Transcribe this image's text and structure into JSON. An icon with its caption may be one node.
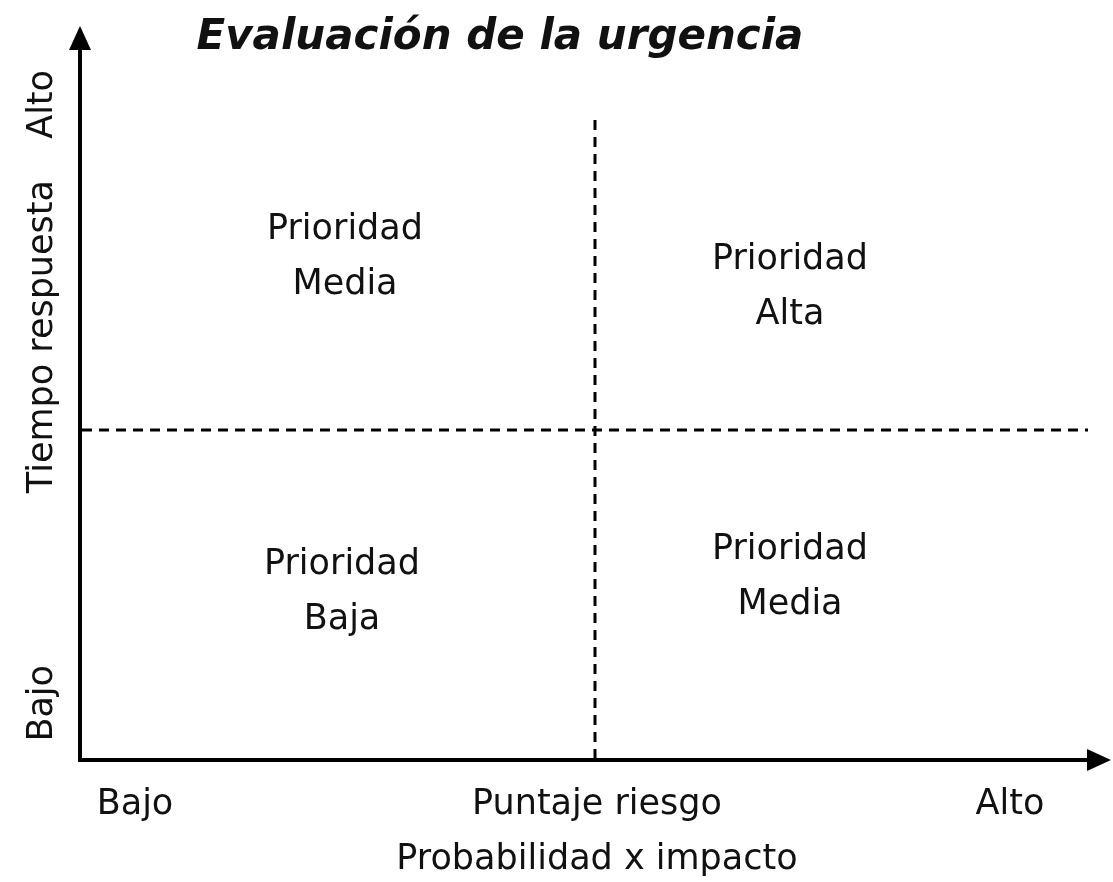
{
  "diagram": {
    "title": "Evaluación de la urgencia",
    "labels": [
      "Alto",
      "Tiempo respuesta",
      "Bajo",
      "Prioridad Media",
      "Prioridad Alta",
      "Prioridad Baja",
      "Prioridad Media",
      "Bajo",
      "Puntaje riesgo Probabilidad x impacto",
      "Alto"
    ]
  }
}
